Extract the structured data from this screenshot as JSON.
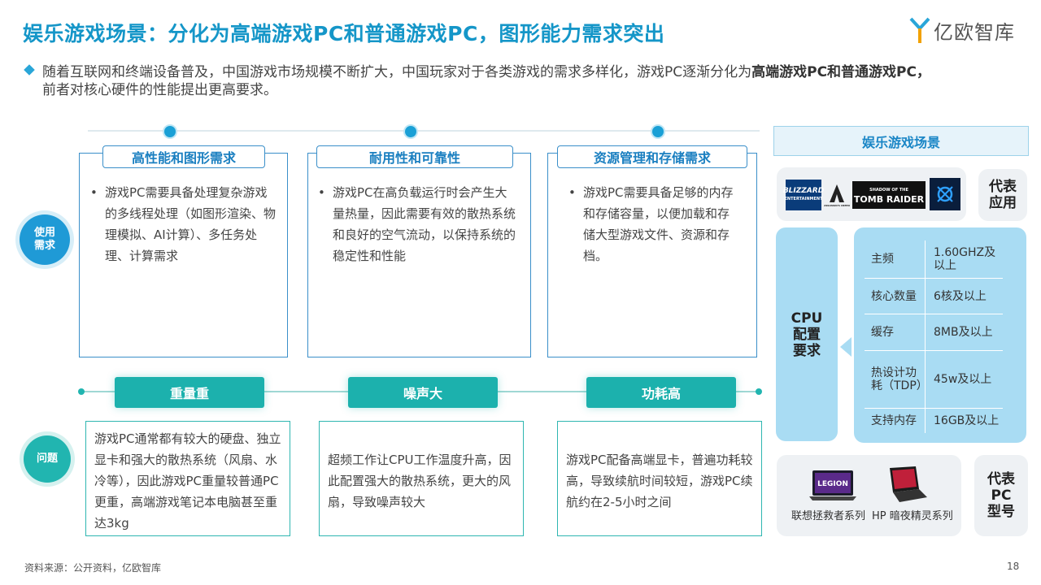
{
  "title": "娱乐游戏场景：分化为高端游戏PC和普通游戏PC，图形能力需求突出",
  "logo_text": "亿欧智库",
  "intro": {
    "text_before": "随着互联网和终端设备普及，中国游戏市场规模不断扩大，中国玩家对于各类游戏的需求多样化，游戏PC逐渐分化为",
    "bold": "高端游戏PC和普通游戏PC，",
    "text_after": "前者对核心硬件的性能提出更高要求。"
  },
  "usage_label": "使用\n需求",
  "problem_label": "问题",
  "requirements": [
    {
      "head": "高性能和图形需求",
      "body": "游戏PC需要具备处理复杂游戏的多线程处理（如图形渲染、物理模拟、AI计算）、多任务处理、计算需求"
    },
    {
      "head": "耐用性和可靠性",
      "body": "游戏PC在高负载运行时会产生大量热量，因此需要有效的散热系统和良好的空气流动，以保持系统的稳定性和性能"
    },
    {
      "head": "资源管理和存储需求",
      "body": "游戏PC需要具备足够的内存和存储容量，以便加载和存储大型游戏文件、资源和存档。"
    }
  ],
  "problems": [
    {
      "tag": "重量重",
      "body": "游戏PC通常都有较大的硬盘、独立显卡和强大的散热系统（风扇、水冷等），因此游戏PC重量较普通PC更重，高端游戏笔记本电脑甚至重达3kg"
    },
    {
      "tag": "噪声大",
      "body": "超频工作让CPU工作温度升高，因此配置强大的散热系统，更大的风扇，导致噪声较大"
    },
    {
      "tag": "功耗高",
      "body": "游戏PC配备高端显卡，普遍功耗较高，导致续航时间较短，游戏PC续航约在2-5小时之间"
    }
  ],
  "right_panel": {
    "title": "娱乐游戏场景",
    "apps_label": "代表\n应用",
    "game_logos": {
      "blizzard": "BLIZZARD",
      "blizzard_sub": "ENTERTAINMENT",
      "tomb_top": "SHADOW OF THE",
      "tomb_main": "TOMB RAIDER",
      "assassin": "ASSASSIN'S CREED"
    },
    "cpu_label": "CPU\n配置\n要求",
    "cpu_specs": [
      {
        "key": "主频",
        "value": "1.60GHZ及以上"
      },
      {
        "key": "核心数量",
        "value": "6核及以上"
      },
      {
        "key": "缓存",
        "value": "8MB及以上"
      },
      {
        "key": "热设计功耗（TDP）",
        "value": "45w及以上"
      },
      {
        "key": "支持内存",
        "value": "16GB及以上"
      }
    ],
    "models_label": "代表\nPC\n型号",
    "models": [
      "联想拯救者系列",
      "HP 暗夜精灵系列"
    ],
    "legion_screen": "LEGION"
  },
  "footer": "资料来源：公开资料，亿欧智库",
  "page_number": "18",
  "colors": {
    "title_blue": "#1596c8",
    "teal": "#1cb1ad",
    "light_blue": "#a9dcf3"
  }
}
